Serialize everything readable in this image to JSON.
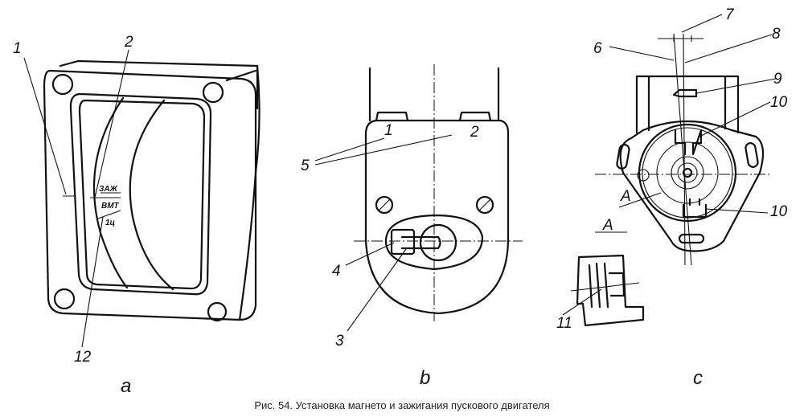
{
  "figure": {
    "caption": "Рис. 54. Установка магнето и зажигания пускового двигателя",
    "panels": {
      "a": {
        "label": "a",
        "callouts": [
          "1",
          "2",
          "12"
        ],
        "marks": {
          "ignition": "ЗАЖ",
          "tdc": "ВМТ",
          "cylinder": "1ц"
        }
      },
      "b": {
        "label": "b",
        "callouts": [
          "1",
          "2",
          "5",
          "4",
          "3"
        ]
      },
      "c": {
        "label": "c",
        "callouts": [
          "6",
          "7",
          "8",
          "9",
          "10",
          "10",
          "11"
        ],
        "section_mark": "A",
        "section_title": "A"
      }
    }
  }
}
